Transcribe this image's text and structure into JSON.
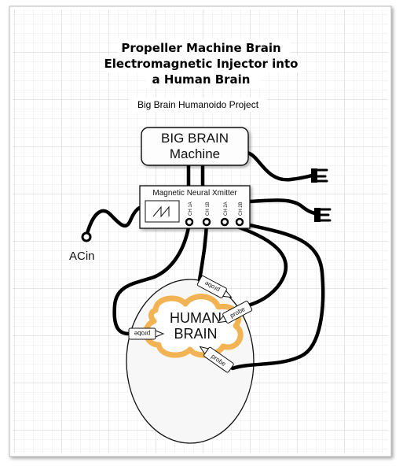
{
  "title": {
    "line1": "Propeller Machine Brain",
    "line2": "Electromagnetic Injector into",
    "line3": "a Human Brain"
  },
  "subtitle": "Big Brain Humanoido Project",
  "machine": {
    "line1": "BIG BRAIN",
    "line2": "Machine"
  },
  "xmitter": {
    "label": "Magnetic Neural Xmitter",
    "channels": [
      "CH 1A",
      "CH 1B",
      "CH 2A",
      "CH 2B"
    ]
  },
  "ac_label": "ACin",
  "brain": {
    "line1": "HUMAN",
    "line2": "BRAIN"
  },
  "probes": [
    "probe",
    "probe",
    "probe",
    "probe"
  ],
  "colors": {
    "grid_minor": "#e3e3e3",
    "grid_major": "#cfcfcf",
    "cloud": "#f2b354",
    "head": "#f7f7f7",
    "wire": "#000000"
  }
}
